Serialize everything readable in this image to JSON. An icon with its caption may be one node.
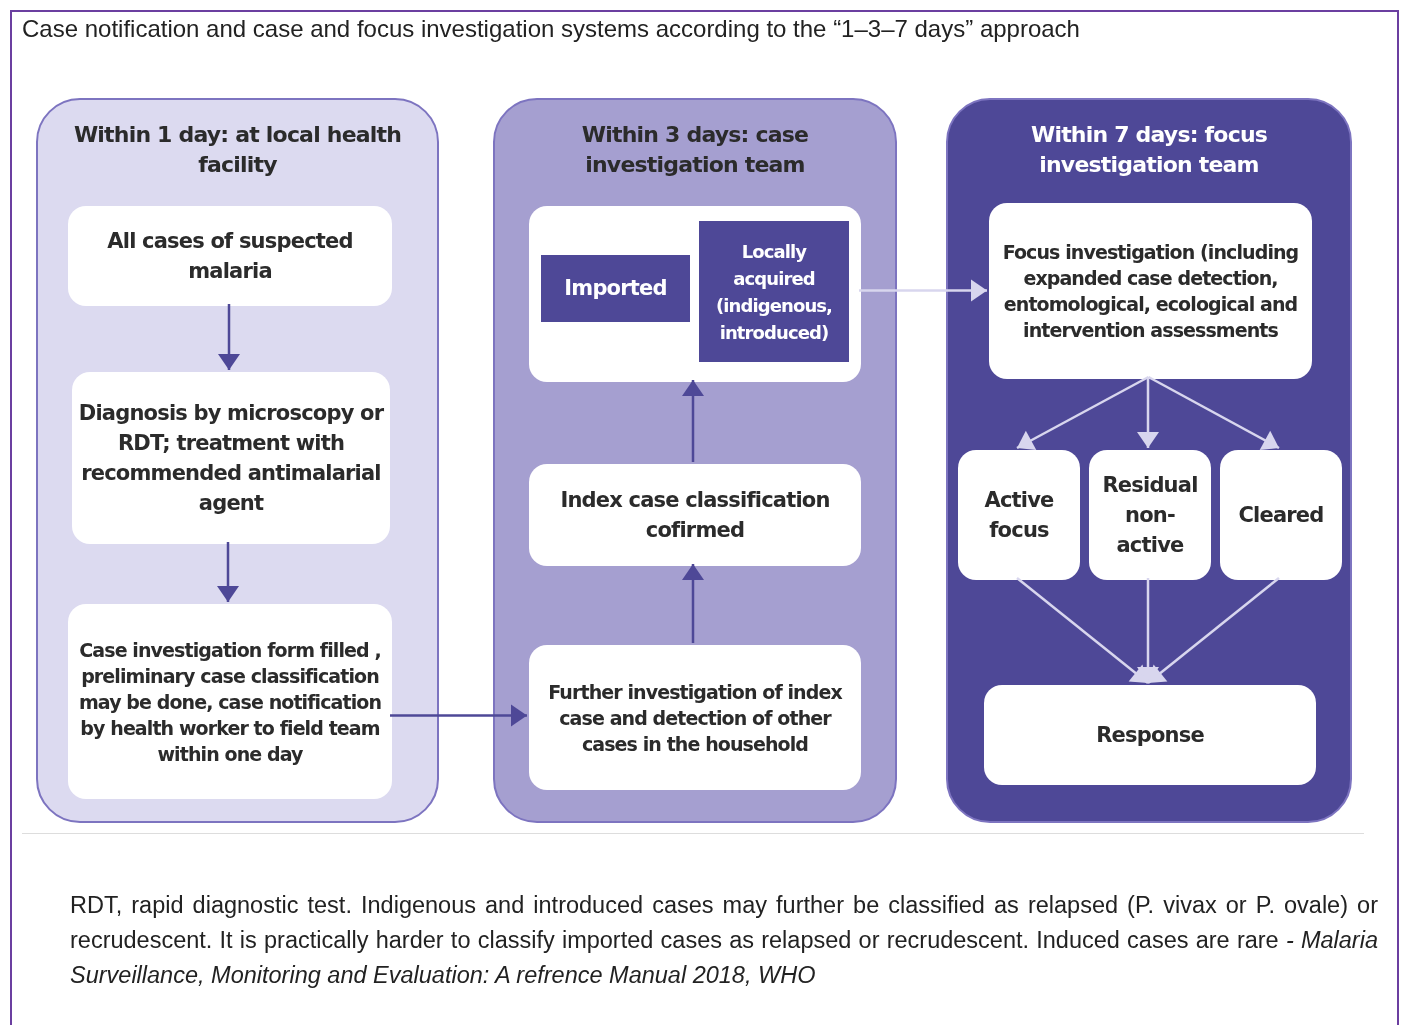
{
  "diagram": {
    "title": "Case notification and case and focus investigation systems according to the “1–3–7 days” approach",
    "caption": "RDT, rapid diagnostic test. Indigenous and introduced cases may further be classified as relapsed (P. vivax or P. ovale) or recrudescent. It is practically harder to classify imported cases as relapsed or recrudescent. Induced cases are rare *- Malaria Surveillance, Monitoring and Evaluation: A refrence Manual 2018, WHO*",
    "nodes": [
      {
        "text": [
          "Within 1 day: at local health facility"
        ]
      },
      {
        "text": [
          "All cases of suspected malaria"
        ],
        "in": 0
      },
      {
        "text": [
          "Diagnosis by microscopy or RDT; treatment with recommended antimalarial agent"
        ],
        "in": 0
      },
      {
        "text": [
          "Case investigation form filled , preliminary case classification may be done, case notification by health worker to field team within one day"
        ],
        "in": 0
      },
      {
        "text": [
          "Within 3 days: case investigation team"
        ]
      },
      {
        "text": [],
        "shape": "box",
        "in": 4
      },
      {
        "text": [
          "Imported"
        ],
        "in": 5
      },
      {
        "text": [
          "Locally acquired (indigenous, introduced)"
        ],
        "in": 5
      },
      {
        "text": [
          "Index case classification cofirmed"
        ],
        "in": 4
      },
      {
        "text": [
          "Further investigation of index case and detection of other cases in the household"
        ],
        "in": 4
      },
      {
        "text": [
          "Within 7 days: focus investigation team"
        ]
      },
      {
        "text": [
          "Focus investigation (including expanded case detection, entomological, ecological and intervention assessments"
        ],
        "in": 10
      },
      {
        "text": [
          "Active focus"
        ],
        "in": 10
      },
      {
        "text": [
          "Residual non-active"
        ],
        "in": 10
      },
      {
        "text": [
          "Cleared"
        ],
        "in": 10
      },
      {
        "text": [
          "Response"
        ],
        "in": 10
      }
    ],
    "edges": [
      {
        "from": 1,
        "to": 2,
        "arrow": "to",
        "color": "#4e4897"
      },
      {
        "from": 2,
        "to": 3,
        "arrow": "to",
        "color": "#4e4897"
      },
      {
        "from": 3,
        "to": 9,
        "arrow": "to",
        "color": "#4e4897"
      },
      {
        "from": 9,
        "to": 8,
        "arrow": "to",
        "color": "#4e4897"
      },
      {
        "from": 8,
        "to": 5,
        "arrow": "to",
        "color": "#4e4897"
      },
      {
        "from": 5,
        "to": 11,
        "arrow": "to"
      },
      {
        "from": 11,
        "to": 12,
        "arrow": "to"
      },
      {
        "from": 11,
        "to": 13,
        "arrow": "to"
      },
      {
        "from": 11,
        "to": 14,
        "arrow": "to"
      },
      {
        "from": 12,
        "to": 15,
        "arrow": "to"
      },
      {
        "from": 13,
        "to": 15,
        "arrow": "to"
      },
      {
        "from": 14,
        "to": 15,
        "arrow": "to"
      }
    ]
  }
}
